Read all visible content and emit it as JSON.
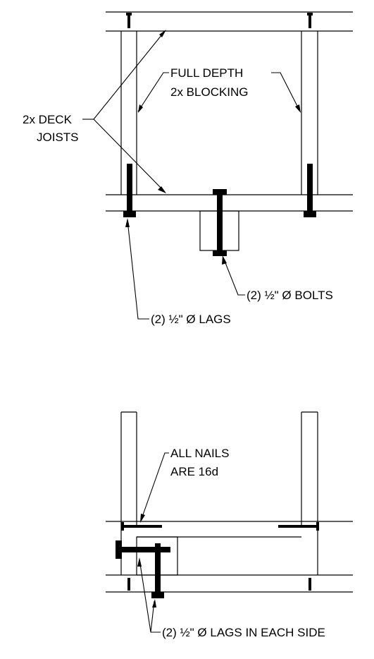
{
  "labels": {
    "full_depth_line1": "FULL DEPTH",
    "full_depth_line2": "2x BLOCKING",
    "deck_joists_line1": "2x DECK",
    "deck_joists_line2": "JOISTS",
    "bolts": "(2) ½\" Ø BOLTS",
    "lags": "(2) ½\" Ø LAGS",
    "all_nails_line1": "ALL NAILS",
    "all_nails_line2": "ARE 16d",
    "lags_each_side": "(2) ½\" Ø LAGS IN EACH SIDE"
  },
  "colors": {
    "ink": "#000000",
    "background": "#ffffff"
  }
}
